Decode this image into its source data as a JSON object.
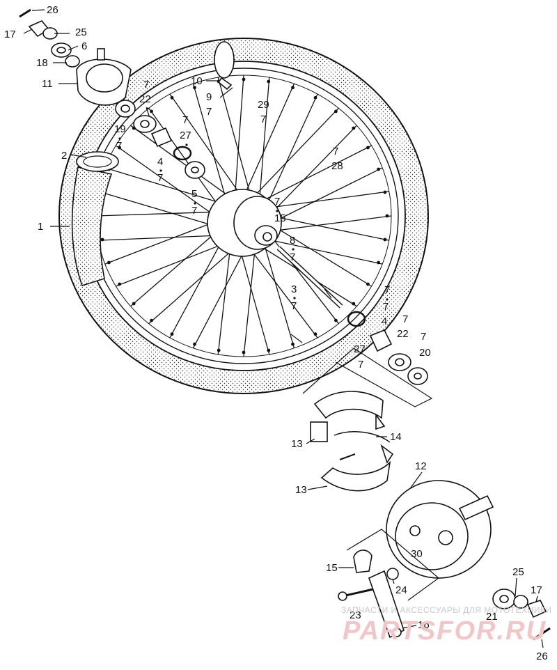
{
  "labels": {
    "l26a": "26",
    "l17a": "17",
    "l25a": "25",
    "l6": "6",
    "l18": "18",
    "l11": "11",
    "l10": "10",
    "l9": "9",
    "l9s": "7",
    "l2": "2",
    "l1": "1",
    "l7a": "7",
    "l22a": "22",
    "l19": "19",
    "l19s": "7",
    "l7b": "7",
    "l27a": "27",
    "l4a": "4",
    "l4as": "7",
    "l5a": "5",
    "l5as": "7",
    "l29": "29",
    "l29s": "7",
    "l7c": "7",
    "l28": "28",
    "l7d": "7",
    "l15": "15",
    "l8": "8",
    "l8s": "7",
    "l3": "3",
    "l3s": "7",
    "l7e": "7",
    "l4b": "4",
    "l7f": "7",
    "l22b": "22",
    "l7g": "7",
    "l20": "20",
    "l27b": "27",
    "l27bs": "7",
    "l13a": "13",
    "l14": "14",
    "l12": "12",
    "l13b": "13",
    "l30": "30",
    "l15b": "15",
    "l24": "24",
    "l23": "23",
    "l16": "16",
    "l25b": "25",
    "l17b": "17",
    "l21": "21",
    "l26b": "26"
  },
  "watermark": {
    "caption": "ЗАПЧАСТИ И АКСЕССУАРЫ ДЛЯ МОТОТЕХНИКИ",
    "brand": "PARTSFOR.RU"
  }
}
